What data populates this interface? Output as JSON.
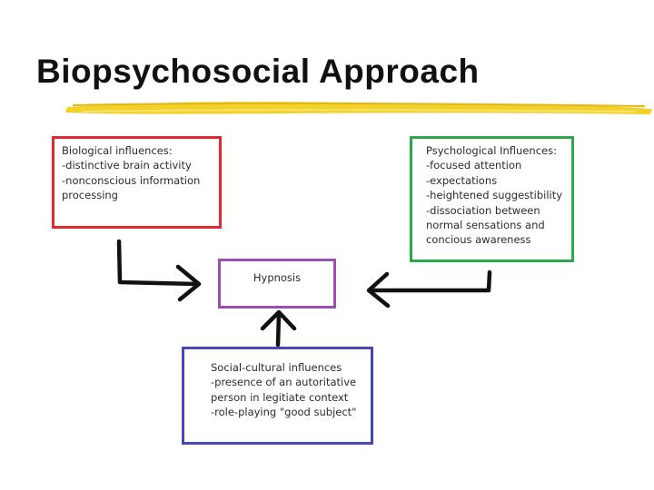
{
  "title": "Biopsychosocial Approach",
  "colors": {
    "biological": "#e02a32",
    "psychological": "#2aa84a",
    "hypnosis": "#9a4fb0",
    "social": "#4747b8",
    "underline": "#f2d22a"
  },
  "biological": {
    "heading": "Biological influences:",
    "items": [
      "-distinctive brain activity",
      "-nonconscious information",
      "processing"
    ]
  },
  "psychological": {
    "heading": "Psychological Influences:",
    "items": [
      "-focused attention",
      "-expectations",
      "-heightened suggestibility",
      "-dissociation between",
      "normal sensations and",
      "concious awareness"
    ]
  },
  "hypnosis": {
    "label": "Hypnosis"
  },
  "social": {
    "heading": "Social-cultural influences",
    "items": [
      "-presence of an autoritative",
      "person in legitiate context",
      "-role-playing \"good subject\""
    ]
  }
}
